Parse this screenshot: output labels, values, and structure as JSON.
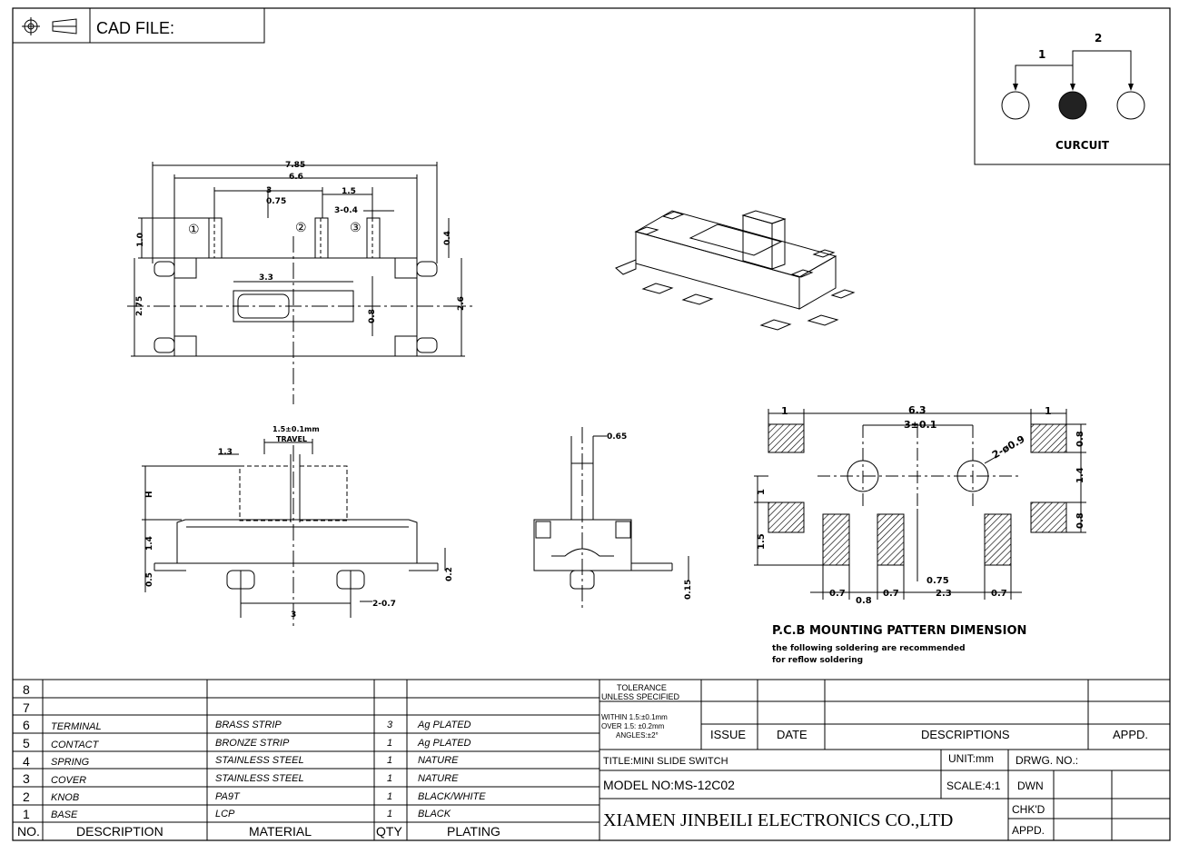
{
  "header": {
    "cad_file_label": "CAD FILE:"
  },
  "circuit": {
    "pin1": "1",
    "pin2": "2",
    "label": "CURCUIT"
  },
  "top_view": {
    "overall_width": "7.85",
    "body_width": "6.6",
    "pitch": "3",
    "pin_offset": "0.75",
    "pin_width": "1.5",
    "pin_thick": "3-0.4",
    "terminal_height": "1.0",
    "terminal_thick": "0.4",
    "height": "2.75",
    "body_height": "2.6",
    "slot_length": "3.3",
    "slot_width": "0.8",
    "pin_markers": [
      "①",
      "②",
      "③"
    ]
  },
  "side_view": {
    "travel_1": "1.5±0.1mm",
    "travel_2": "TRAVEL",
    "knob_width": "1.3",
    "knob_height": "H",
    "body_height": "1.4",
    "stand_off": "0.5",
    "terminal_thick": "0.2",
    "peg_diameter": "2-0.7",
    "peg_pitch": "3"
  },
  "end_view": {
    "knob_width": "0.65",
    "terminal_thick": "0.15"
  },
  "pcb": {
    "overall": "6.3",
    "pad_width_left": "1",
    "pad_width_right": "1",
    "hole_pitch": "3±0.1",
    "hole_dia": "2-ø0.9",
    "pad_h_top": "0.8",
    "pad_gap": "1.4",
    "pad_h_bottom": "0.8",
    "row_offset": "1",
    "pad_height": "1.5",
    "bottom_dims": [
      "0.7",
      "0.8",
      "0.7",
      "0.75",
      "2.3",
      "0.7"
    ],
    "title": "P.C.B MOUNTING PATTERN DIMENSION",
    "note_1": "the following soldering are recommended",
    "note_2": "for reflow soldering"
  },
  "bom": {
    "rows": [
      {
        "no": "8",
        "desc": "",
        "mat": "",
        "qty": "",
        "plating": ""
      },
      {
        "no": "7",
        "desc": "",
        "mat": "",
        "qty": "",
        "plating": ""
      },
      {
        "no": "6",
        "desc": "TERMINAL",
        "mat": "BRASS STRIP",
        "qty": "3",
        "plating": "Ag PLATED"
      },
      {
        "no": "5",
        "desc": "CONTACT",
        "mat": "BRONZE STRIP",
        "qty": "1",
        "plating": "Ag PLATED"
      },
      {
        "no": "4",
        "desc": "SPRING",
        "mat": "STAINLESS STEEL",
        "qty": "1",
        "plating": "NATURE"
      },
      {
        "no": "3",
        "desc": "COVER",
        "mat": "STAINLESS STEEL",
        "qty": "1",
        "plating": "NATURE"
      },
      {
        "no": "2",
        "desc": "KNOB",
        "mat": "PA9T",
        "qty": "1",
        "plating": "BLACK/WHITE"
      },
      {
        "no": "1",
        "desc": "BASE",
        "mat": "LCP",
        "qty": "1",
        "plating": "BLACK"
      }
    ],
    "headers": {
      "no": "NO.",
      "desc": "DESCRIPTION",
      "mat": "MATERIAL",
      "qty": "QTY",
      "plating": "PLATING"
    }
  },
  "titleblock": {
    "tolerance_1": "TOLERANCE",
    "tolerance_2": "UNLESS SPECIFIED",
    "tol_line_1": "WITHIN 1.5:±0.1mm",
    "tol_line_2": "OVER 1.5: ±0.2mm",
    "tol_line_3": "ANGLES:±2°",
    "issue": "ISSUE",
    "date": "DATE",
    "descriptions": "DESCRIPTIONS",
    "appd": "APPD.",
    "title": "TITLE:MINI SLIDE SWITCH",
    "unit": "UNIT:mm",
    "drwg_no": "DRWG. NO.:",
    "model": "MODEL NO:MS-12C02",
    "scale": "SCALE:4:1",
    "dwn": "DWN",
    "company": "XIAMEN JINBEILI ELECTRONICS CO.,LTD",
    "chkd": "CHK'D",
    "appd2": "APPD."
  }
}
